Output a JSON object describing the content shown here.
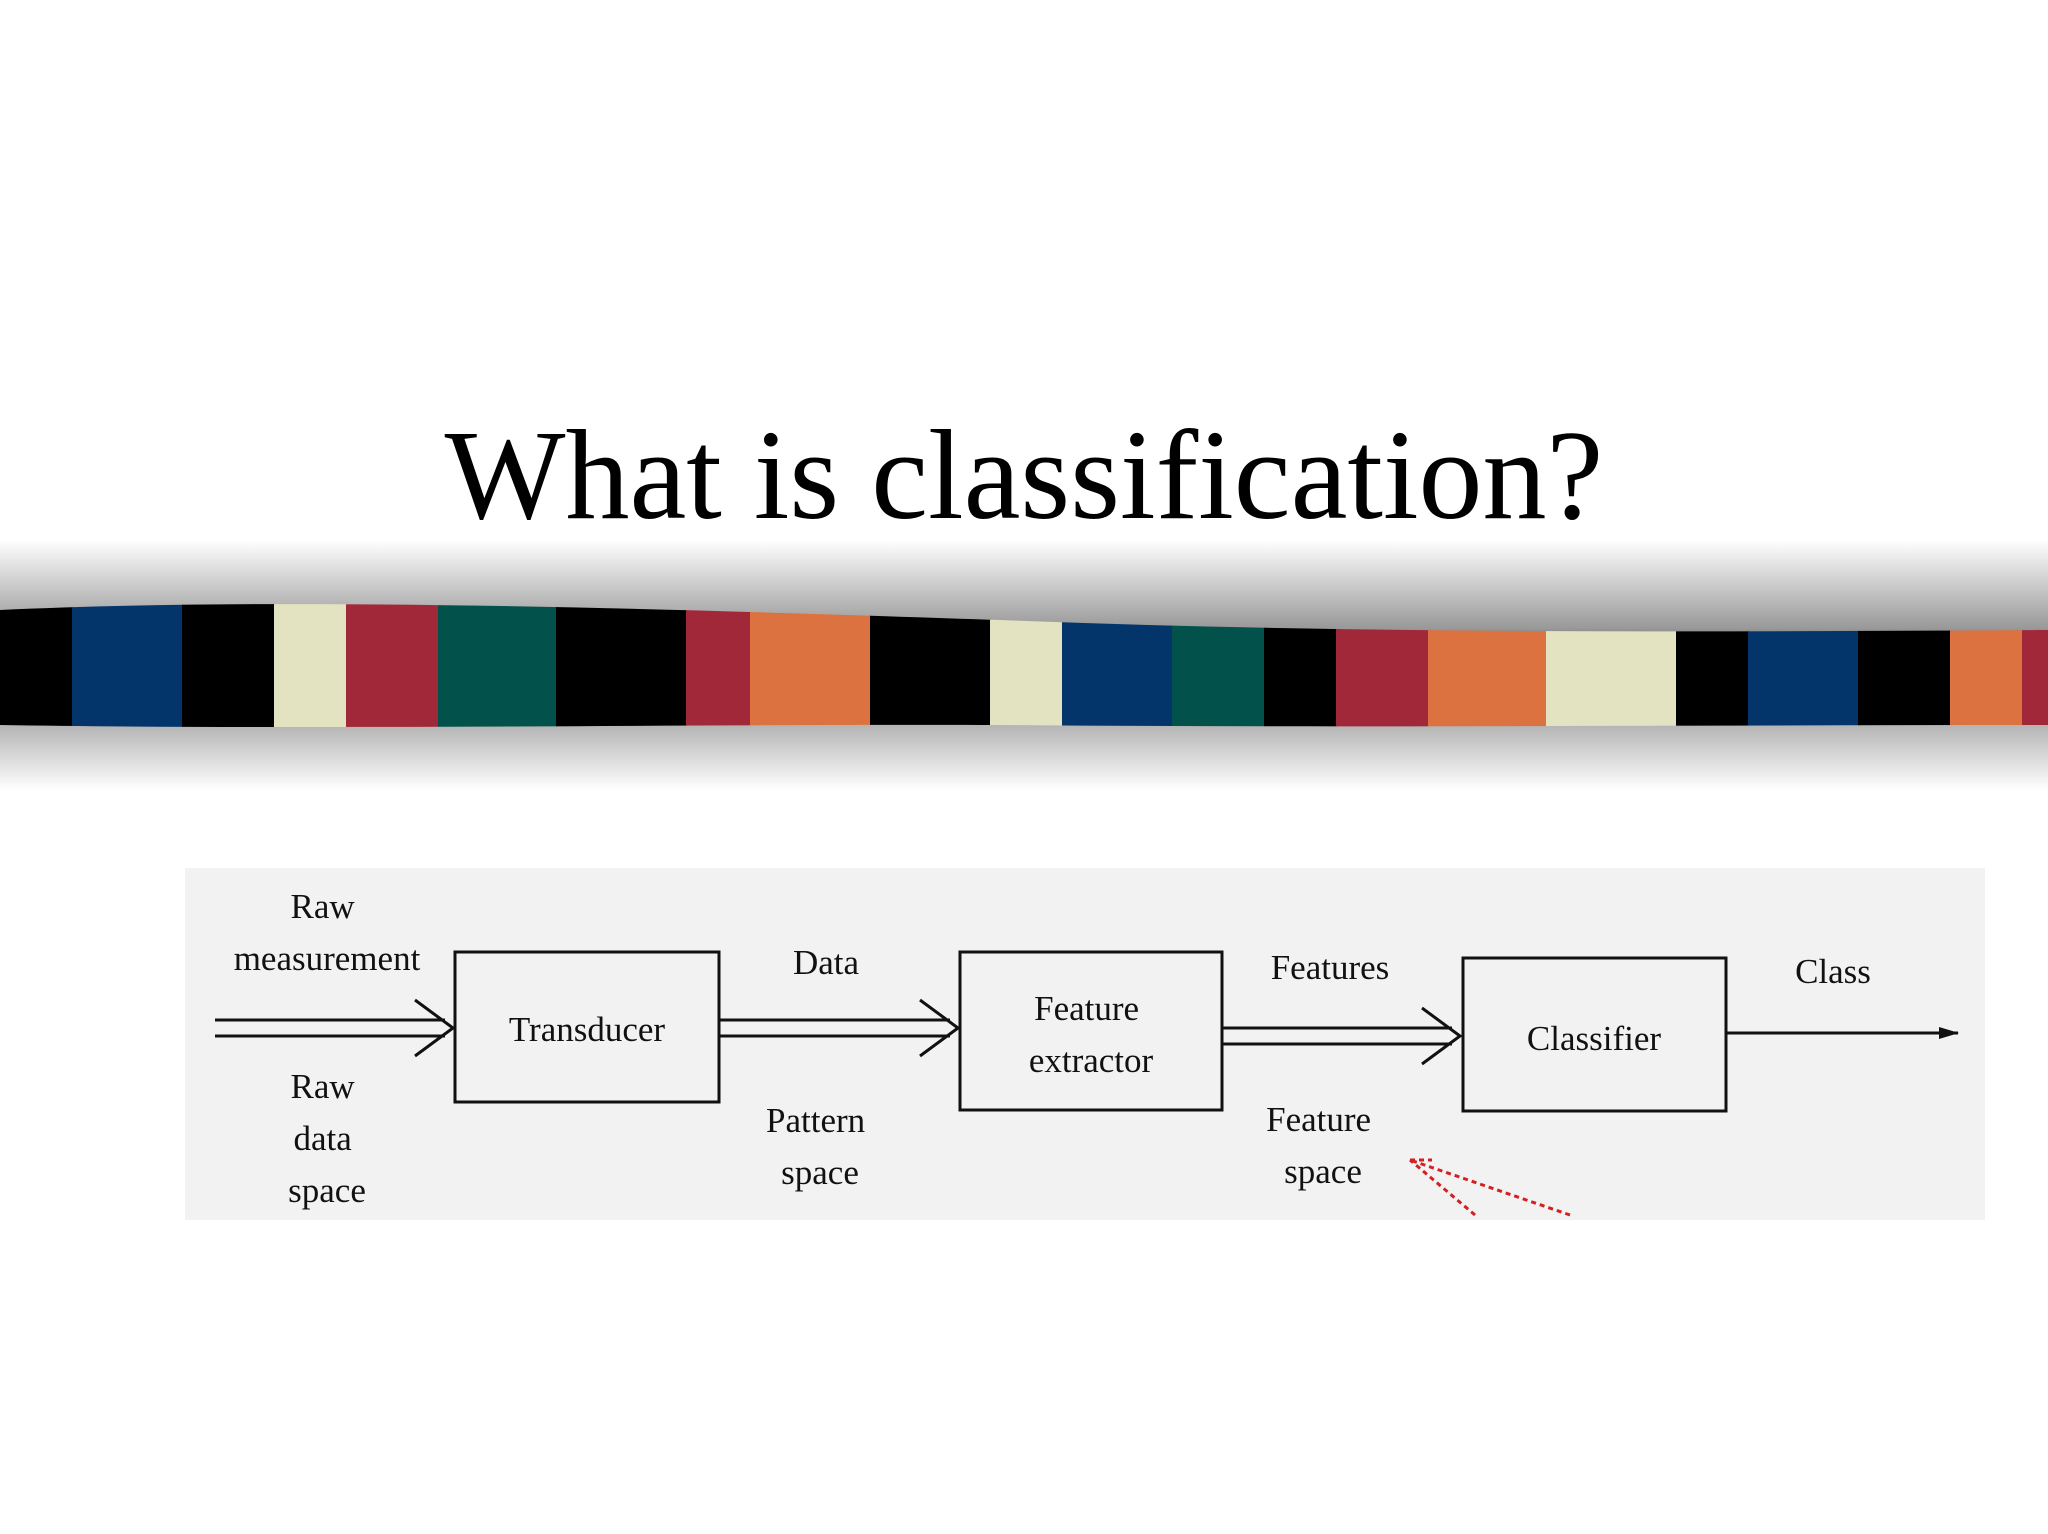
{
  "slide": {
    "title": "What is classification?"
  },
  "banner": {
    "stripe_colors": [
      "#000000",
      "#03356b",
      "#000000",
      "#e3e3c1",
      "#a12838",
      "#02514a",
      "#000000",
      "#a12838",
      "#dc7240",
      "#000000",
      "#e3e3c1",
      "#03356b",
      "#02514a",
      "#000000",
      "#a12838",
      "#dc7240",
      "#e3e3c1",
      "#000000",
      "#03356b",
      "#000000",
      "#dc7240",
      "#a12838"
    ]
  },
  "diagram": {
    "input": {
      "top_label": [
        "Raw",
        "measurement"
      ],
      "bottom_label": [
        "Raw",
        "data",
        "space"
      ]
    },
    "blocks": {
      "transducer": [
        "Transducer"
      ],
      "feature_extractor": [
        "Feature",
        "extractor"
      ],
      "classifier": [
        "Classifier"
      ]
    },
    "edges": {
      "data": "Data",
      "pattern_space": [
        "Pattern",
        "space"
      ],
      "features": "Features",
      "feature_space": [
        "Feature",
        "space"
      ],
      "class": "Class"
    },
    "annotation_color": "#d42020"
  }
}
